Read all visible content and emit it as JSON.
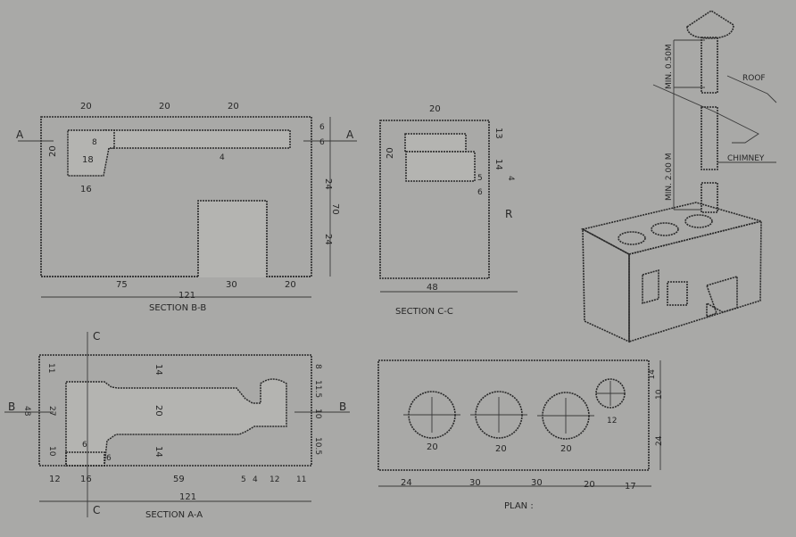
{
  "section_bb": {
    "title": "SECTION B-B",
    "cut_left": "A",
    "cut_right": "A",
    "top_dims": [
      "20",
      "20",
      "20"
    ],
    "chamber_height": "20",
    "chamber_width_top": "18",
    "chamber_gap": "8",
    "chamber_width": "16",
    "channel_mark": "4",
    "right_dims": [
      "6",
      "6",
      "24",
      "70",
      "24"
    ],
    "bottom_dims": [
      "75",
      "30",
      "20"
    ],
    "total_width": "121"
  },
  "section_cc": {
    "title": "SECTION C-C",
    "top_dim": "20",
    "left_dim": "20",
    "right_dims": [
      "13",
      "14",
      "4"
    ],
    "inner_dims": [
      "5",
      "6"
    ],
    "mark": "R",
    "bottom_dim": "48"
  },
  "section_aa": {
    "title": "SECTION A-A",
    "cut_top": "C",
    "cut_bottom": "C",
    "cut_left": "B",
    "cut_right": "B",
    "left_dims": [
      "48",
      "27",
      "11",
      "10"
    ],
    "middle_dims": [
      "14",
      "20",
      "14"
    ],
    "small_dims": [
      "6",
      "6"
    ],
    "right_dims": [
      "8",
      "11.5",
      "10",
      "10.5"
    ],
    "bottom_dims": [
      "12",
      "16",
      "59",
      "5",
      "4",
      "12",
      "11"
    ],
    "total_width": "121"
  },
  "plan": {
    "title": "PLAN :",
    "hole_dims": [
      "20",
      "20",
      "20"
    ],
    "chimney_hole_dim": "12",
    "right_dims": [
      "14",
      "10",
      "24"
    ],
    "bottom_dims": [
      "24",
      "30",
      "30",
      "20",
      "17"
    ]
  },
  "isometric": {
    "min_above_roof": "MIN. 0.50M",
    "min_height": "MIN. 2.00 M",
    "roof_label": "ROOF",
    "chimney_label": "CHIMNEY"
  }
}
